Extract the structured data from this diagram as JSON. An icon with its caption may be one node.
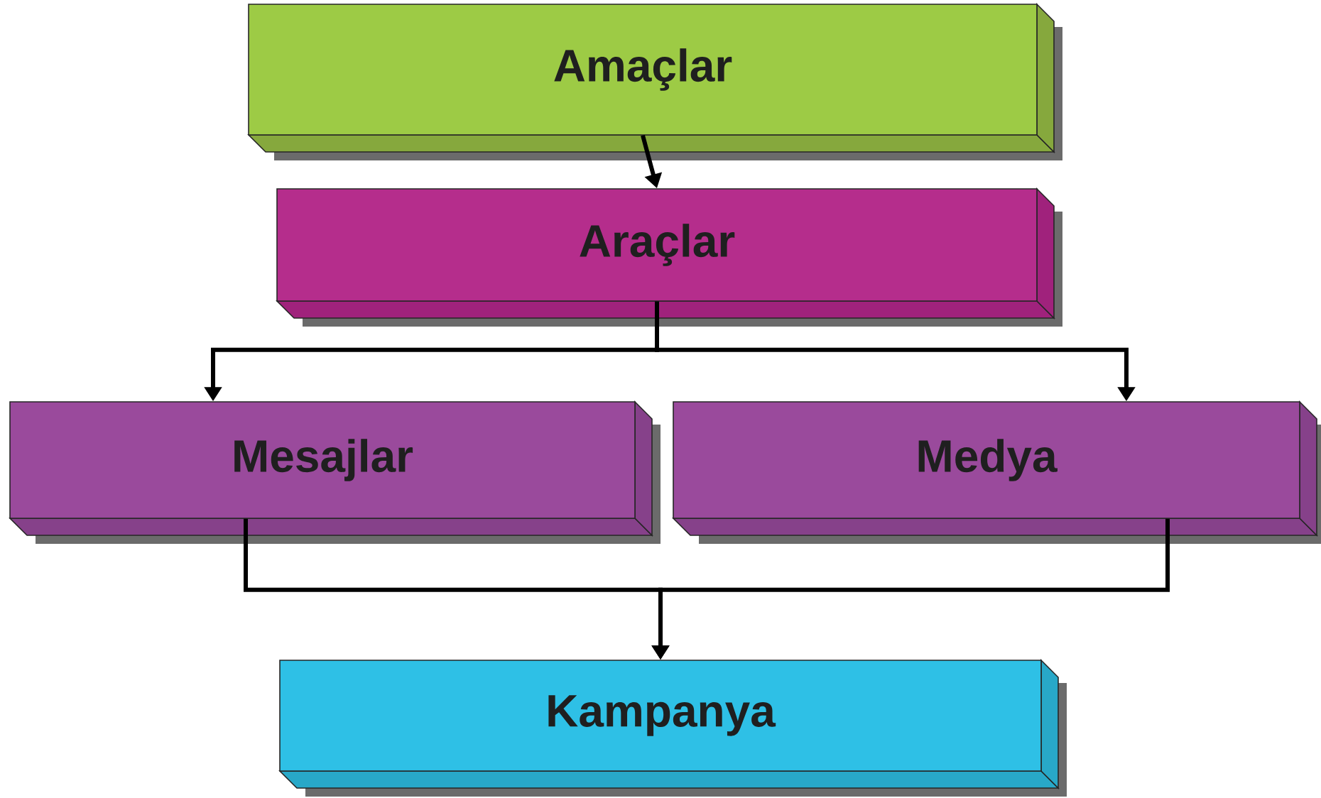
{
  "diagram": {
    "nodes": [
      {
        "text": [
          "Amaçlar"
        ]
      },
      {
        "text": [
          "Araçlar"
        ]
      },
      {
        "text": [
          "Mesajlar"
        ]
      },
      {
        "text": [
          "Medya"
        ]
      },
      {
        "text": [
          "Kampanya"
        ]
      }
    ],
    "edges": [
      {
        "from": 0,
        "to": 1,
        "arrow": "to"
      },
      {
        "from": 1,
        "to": 2,
        "arrow": "to"
      },
      {
        "from": 1,
        "to": 3,
        "arrow": "to"
      },
      {
        "from": 2,
        "to": 4,
        "arrow": "to"
      },
      {
        "from": 3,
        "to": 4,
        "arrow": "to"
      }
    ]
  }
}
